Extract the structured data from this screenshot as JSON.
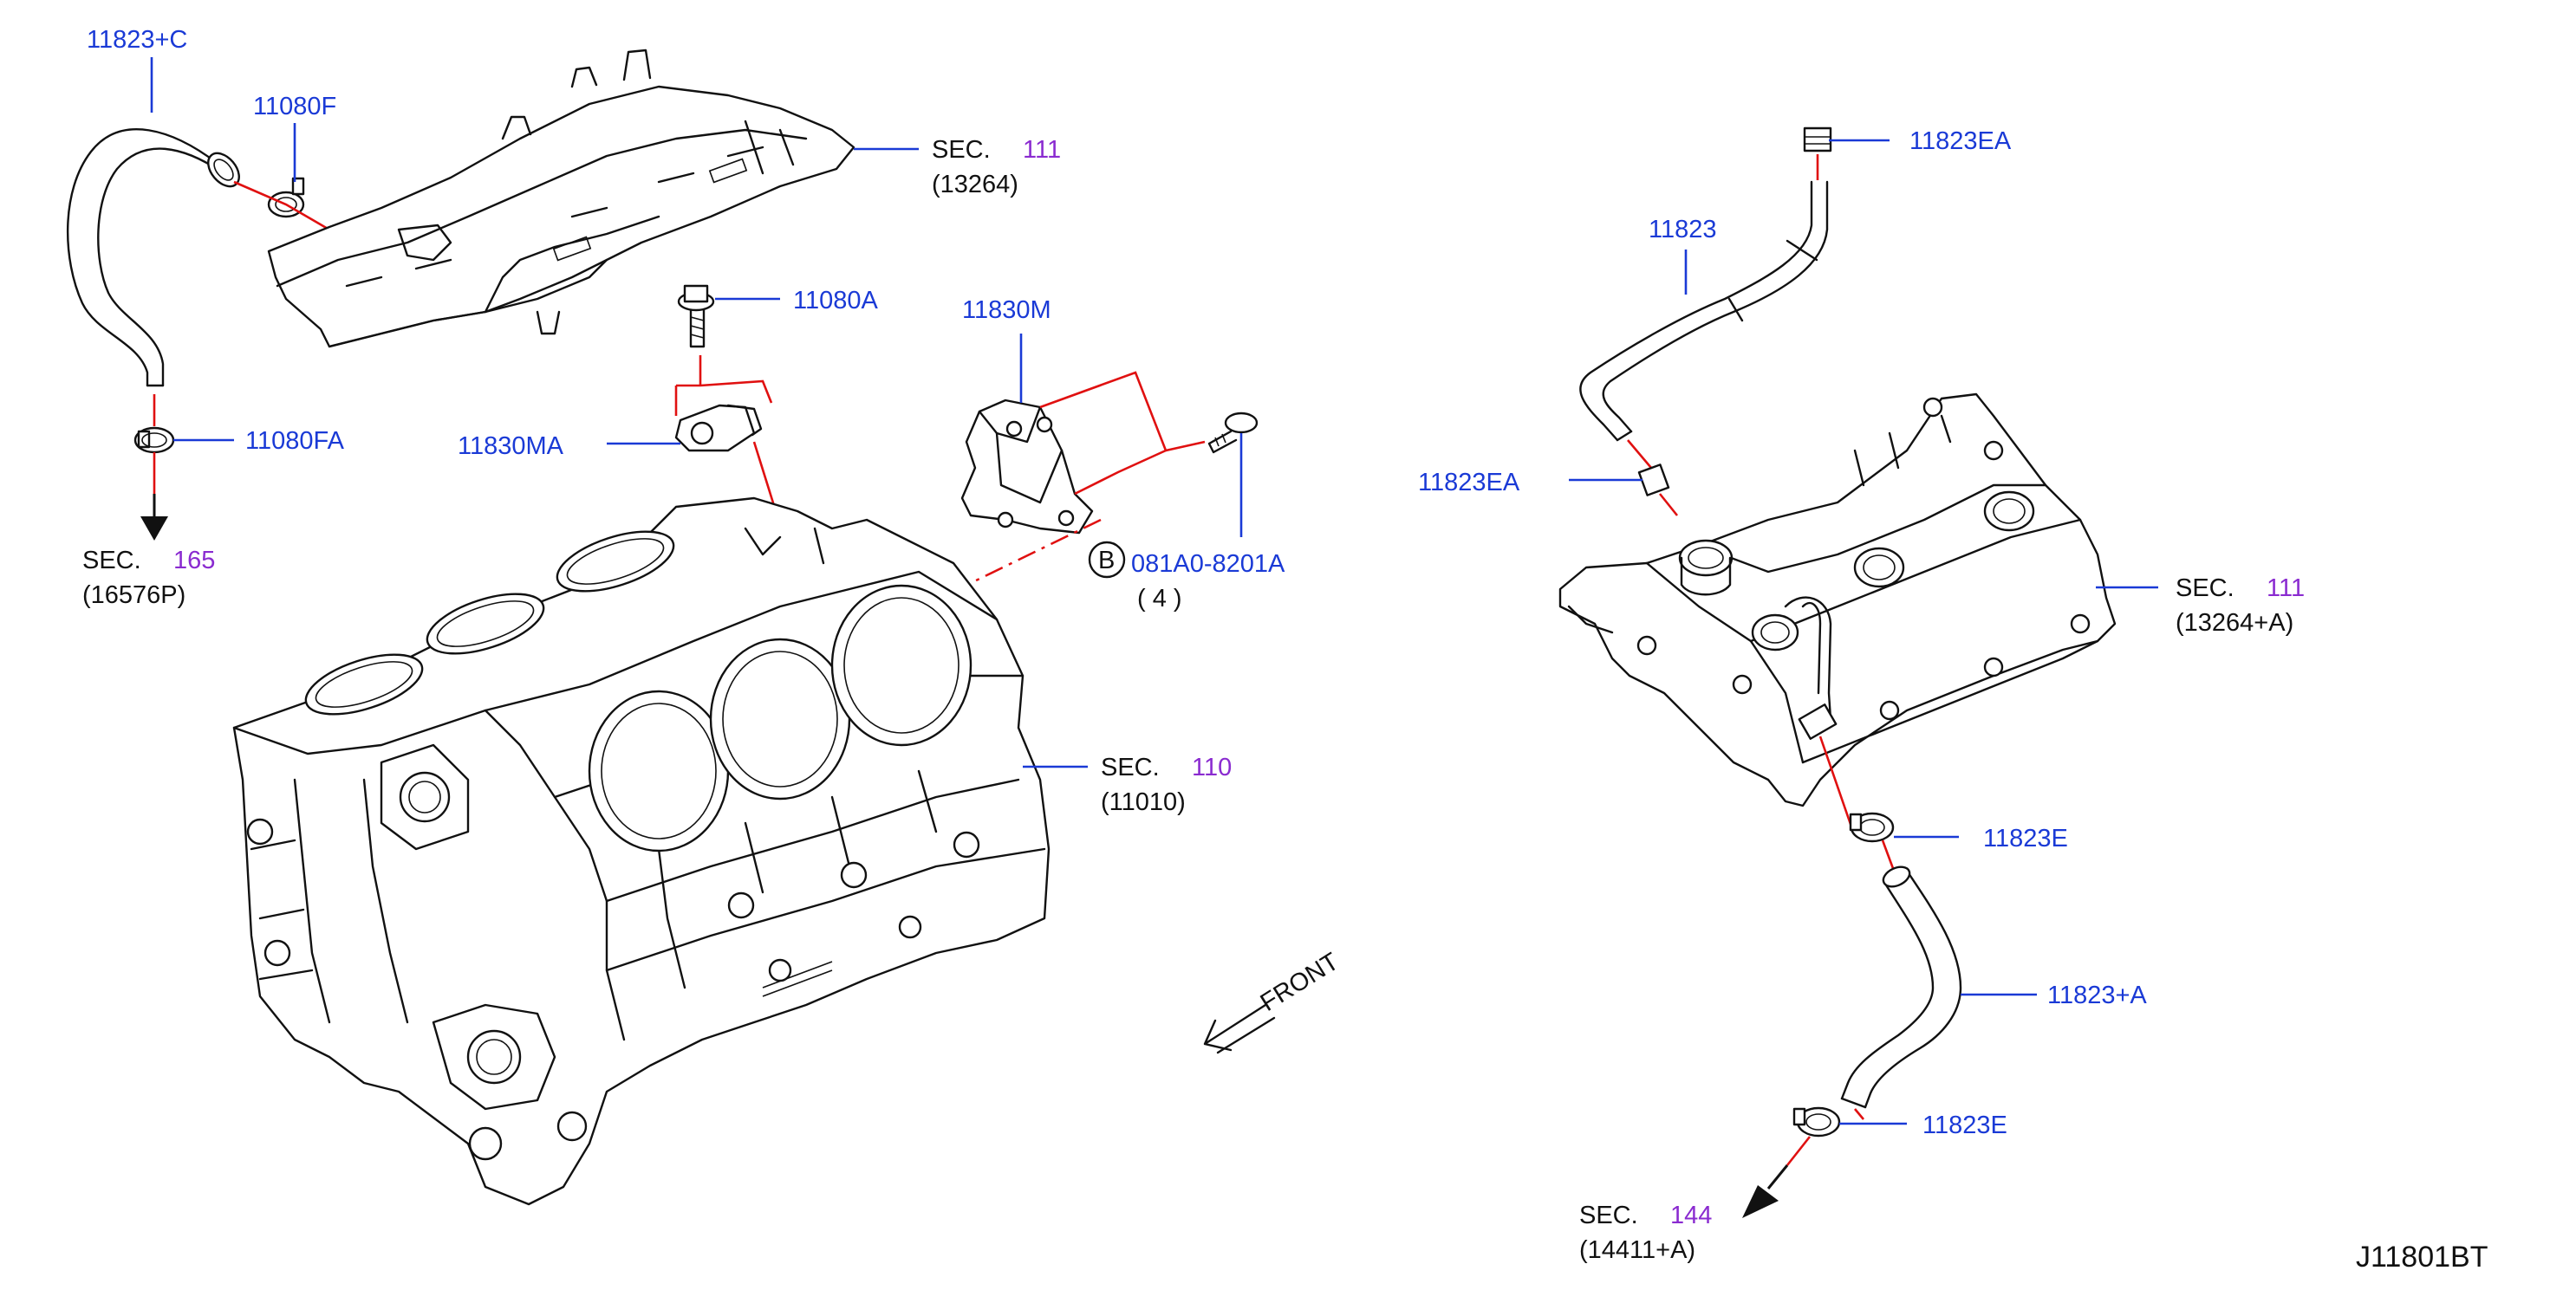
{
  "diagram_id": "J11801BT",
  "front_label": "FRONT",
  "callouts": {
    "p11823C": "11823+C",
    "p11080F": "11080F",
    "p11080FA": "11080FA",
    "p11080A": "11080A",
    "p11830MA": "11830MA",
    "p11830M": "11830M",
    "bolt_code": "081A0-8201A",
    "bolt_qty": "( 4 )",
    "bolt_badge": "B",
    "p11823EA_top": "11823EA",
    "p11823": "11823",
    "p11823EA_mid": "11823EA",
    "p11823E_upper": "11823E",
    "p11823A": "11823+A",
    "p11823E_lower": "11823E"
  },
  "sections": {
    "sec165": {
      "prefix": "SEC.",
      "num": "165",
      "ref": "(16576P)"
    },
    "sec111_left": {
      "prefix": "SEC.",
      "num": "111",
      "ref": "(13264)"
    },
    "sec110": {
      "prefix": "SEC.",
      "num": "110",
      "ref": "(11010)"
    },
    "sec111_right": {
      "prefix": "SEC.",
      "num": "111",
      "ref": "(13264+A)"
    },
    "sec144": {
      "prefix": "SEC.",
      "num": "144",
      "ref": "(14411+A)"
    }
  },
  "colors": {
    "callout": "#1a3ad6",
    "section_number": "#8a2bd0",
    "connector": "#e01010",
    "ink": "#111111"
  }
}
